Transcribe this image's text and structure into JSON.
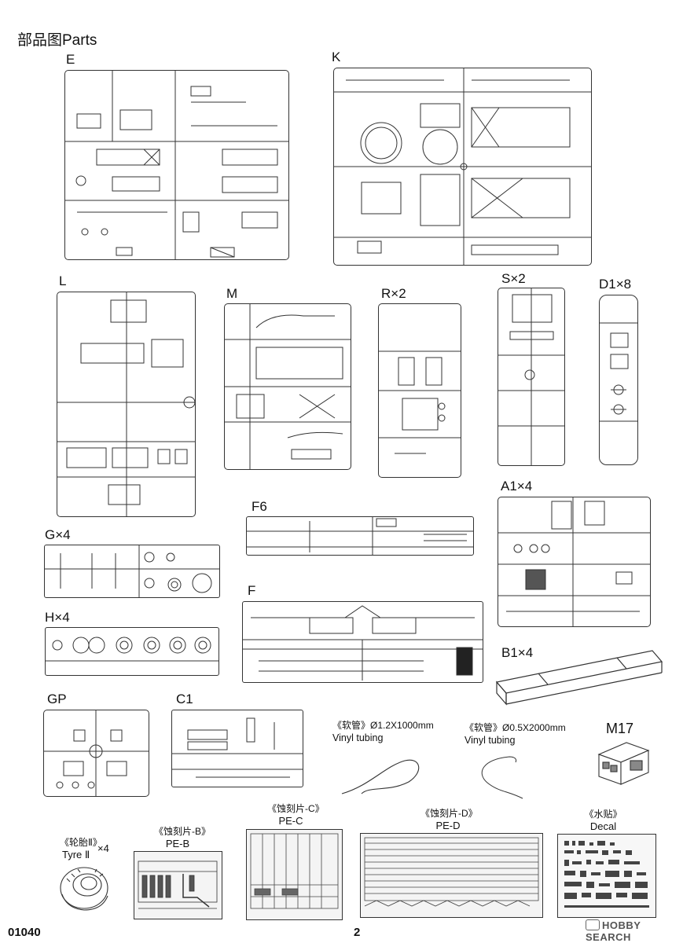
{
  "page": {
    "title": "部品图Parts",
    "code": "01040",
    "page_number": "2"
  },
  "sprues": {
    "E": "E",
    "K": "K",
    "L": "L",
    "M": "M",
    "R": "R×2",
    "S": "S×2",
    "D1": "D1×8",
    "F6": "F6",
    "A1": "A1×4",
    "G": "G×4",
    "F": "F",
    "H": "H×4",
    "B1": "B1×4",
    "GP": "GP",
    "C1": "C1",
    "M17": "M17"
  },
  "tubing": [
    {
      "cn": "《软管》Ø1.2X1000mm",
      "en": "Vinyl tubing"
    },
    {
      "cn": "《软管》Ø0.5X2000mm",
      "en": "Vinyl tubing"
    }
  ],
  "extras": {
    "tyre_cn": "《轮胎Ⅱ》",
    "tyre_en": "Tyre Ⅱ",
    "tyre_qty": "×4",
    "peb_cn": "《蚀刻片-B》",
    "peb_en": "PE-B",
    "pec_cn": "《蚀刻片-C》",
    "pec_en": "PE-C",
    "ped_cn": "《蚀刻片-D》",
    "ped_en": "PE-D",
    "decal_cn": "《水贴》",
    "decal_en": "Decal"
  },
  "watermark": "HOBBY SEARCH"
}
